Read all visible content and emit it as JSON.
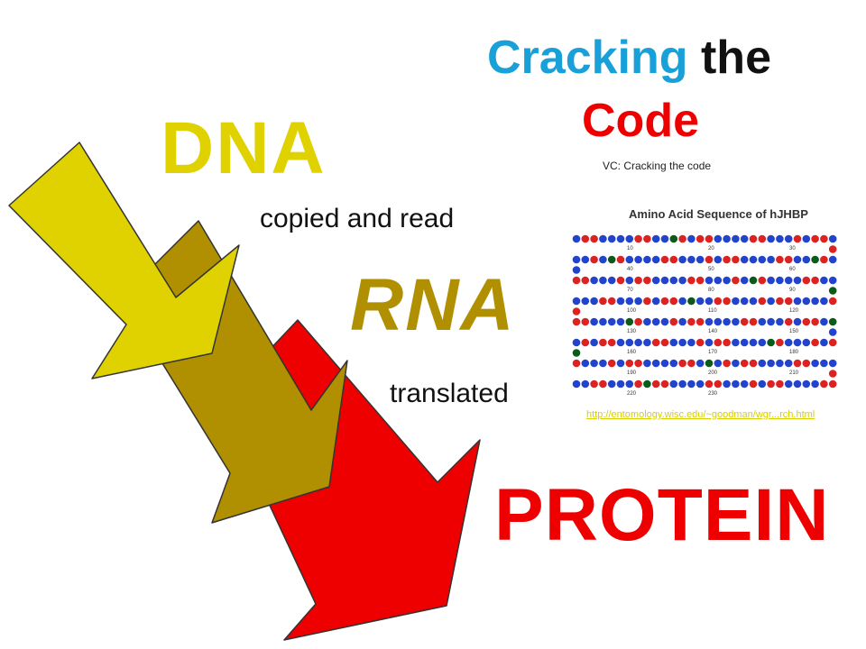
{
  "title": {
    "word1": "Cracking",
    "word2": "the",
    "word3": "Code",
    "colors": {
      "word1": "#1aa0d8",
      "word2": "#111111",
      "word3": "#ee0000"
    }
  },
  "video_caption": "VC: Cracking the code",
  "labels": {
    "dna": "DNA",
    "copied": "copied and read",
    "rna": "RNA",
    "translated": "translated",
    "protein": "PROTEIN"
  },
  "arrow_colors": {
    "dna": "#e0d200",
    "rna": "#b08f00",
    "protein": "#ee0000",
    "outline": "#333333"
  },
  "sequence_figure": {
    "title": "Amino Acid Sequence of hJHBP",
    "number_labels": [
      "10",
      "20",
      "30",
      "40",
      "50",
      "60",
      "70",
      "80",
      "90",
      "100",
      "110",
      "120",
      "130",
      "140",
      "150",
      "160",
      "170",
      "180",
      "190",
      "200",
      "210",
      "220",
      "230"
    ],
    "colors": {
      "red": "#dd2222",
      "blue": "#2244cc",
      "green": "#0a5a1a"
    }
  },
  "link_text": "http://entomology.wisc.edu/~goodman/wgr...rch.html"
}
